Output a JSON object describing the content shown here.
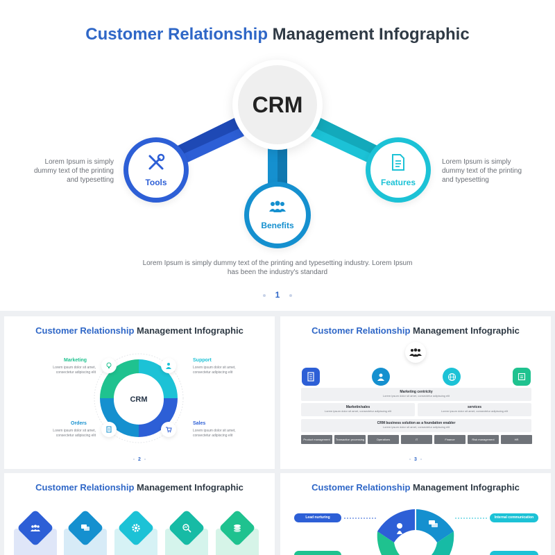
{
  "colors": {
    "blue": "#2d5fd6",
    "mid_blue": "#1590cf",
    "cyan": "#1cc2d6",
    "teal": "#1fc28f",
    "title_blue": "#2f67c7"
  },
  "slide1": {
    "title_blue": "Customer Relationship",
    "title_dark": " Management Infographic",
    "hub": "CRM",
    "nodes": {
      "tools": "Tools",
      "benefits": "Benefits",
      "features": "Features"
    },
    "side_left": "Lorem Ipsum is simply dummy text of the printing and typesetting",
    "side_right": "Lorem Ipsum is simply dummy text of the printing and typesetting",
    "bottom_text": "Lorem Ipsum is simply dummy text of the printing and typesetting industry. Lorem Ipsum has been the industry's standard",
    "page": "1"
  },
  "slide2": {
    "title_blue": "Customer Relationship",
    "title_dark": " Management Infographic",
    "center": "CRM",
    "labels": {
      "marketing": "Marketing",
      "support": "Support",
      "orders": "Orders",
      "sales": "Sales"
    },
    "lorem": "Lorem ipsum dolor sit amet, consectetur adipiscing elit",
    "page": "2"
  },
  "slide3": {
    "title_blue": "Customer Relationship",
    "title_dark": " Management Infographic",
    "row1_head": "Marketing centricity",
    "row2a_head": "Marketin/sales",
    "row2b_head": "services",
    "row3_head": "CRM business solution as a foundation enabler",
    "lorem": "Lorem ipsum dolor sit amet, consectetur adipiscing elit",
    "cells": [
      "Product management",
      "Transaction processing",
      "Operations",
      "IT",
      "Finance",
      "Risk management",
      "HR"
    ],
    "page": "3"
  },
  "slide4": {
    "title_blue": "Customer Relationship",
    "title_dark": " Management Infographic"
  },
  "slide5": {
    "title_blue": "Customer Relationship",
    "title_dark": " Management Infographic",
    "pill_left": "Lead nurturing",
    "pill_right": "Internal communication"
  }
}
